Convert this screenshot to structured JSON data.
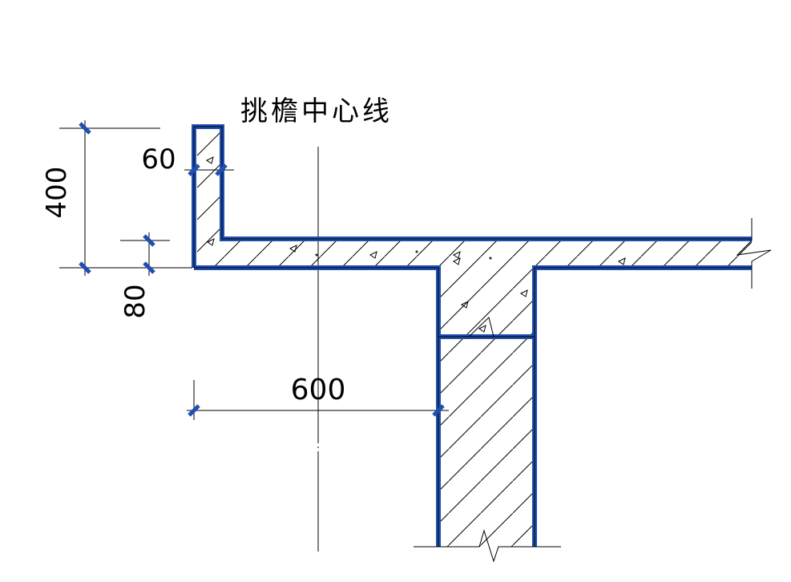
{
  "title": "挑檐中心线",
  "dimensions": {
    "parapet_height": "400",
    "parapet_thickness": "60",
    "slab_thickness": "80",
    "overhang_length": "600"
  },
  "colors": {
    "outline": "#1f4fb0",
    "dim_tick": "#1f4fb0",
    "lines": "#000000",
    "background": "#ffffff"
  }
}
